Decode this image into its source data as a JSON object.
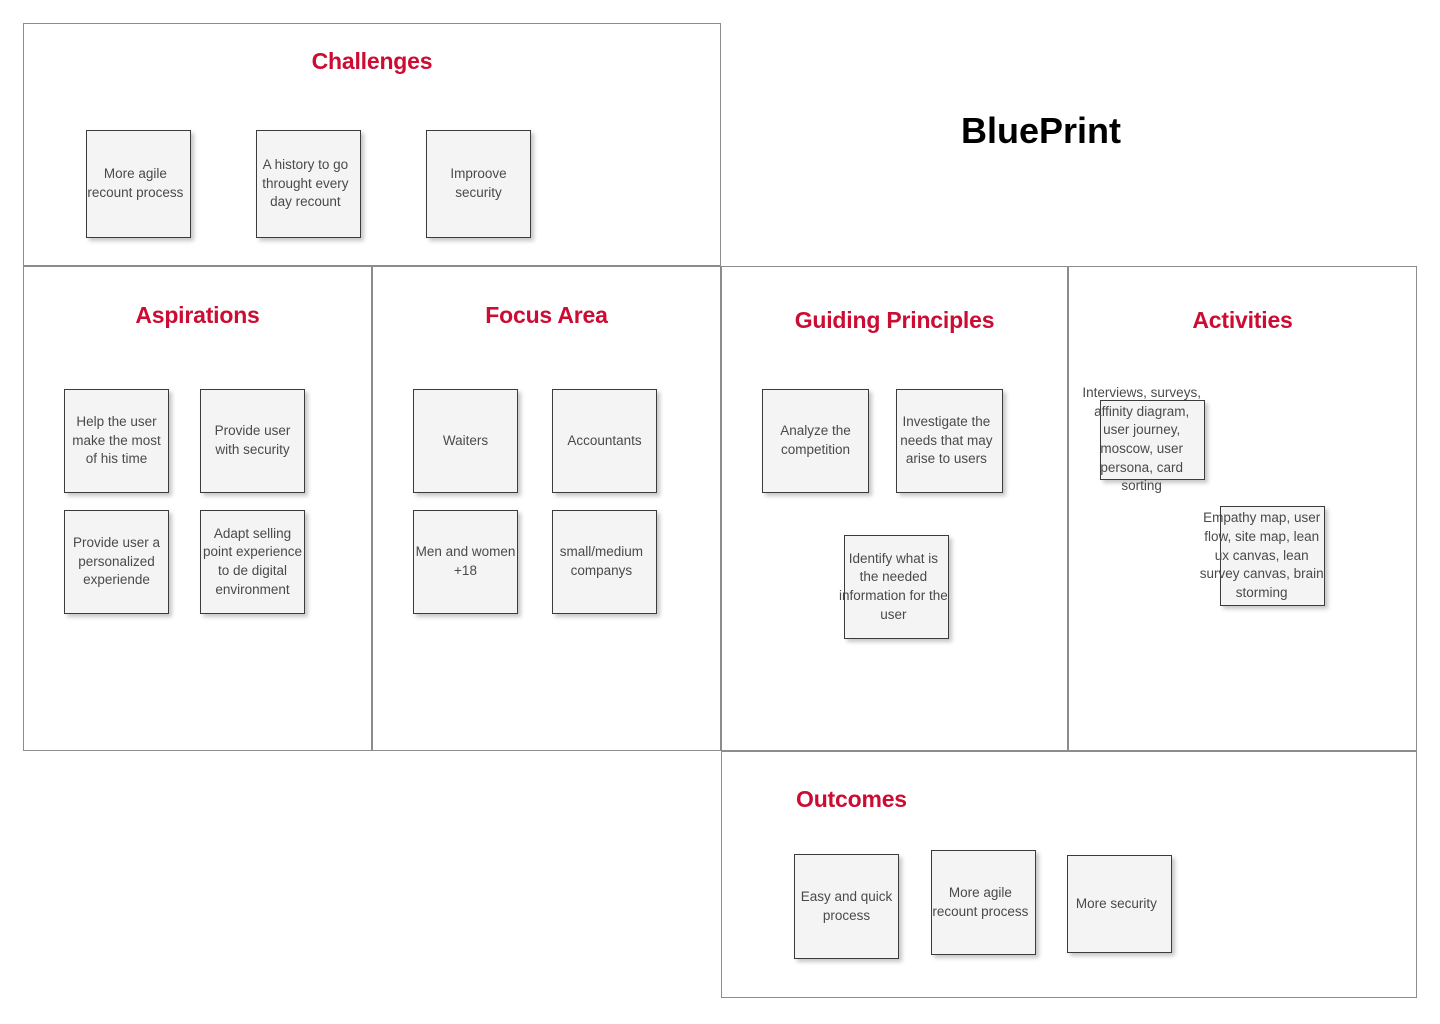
{
  "brand": {
    "title": "BluePrint"
  },
  "accent_color": "#cc0c33",
  "note_bg": "#f4f4f4",
  "panels": {
    "challenges": {
      "title": "Challenges",
      "notes": [
        {
          "text": "More agile recount process"
        },
        {
          "text": "A history to go throught every day recount"
        },
        {
          "text": "Improove security"
        }
      ]
    },
    "aspirations": {
      "title": "Aspirations",
      "notes": [
        {
          "text": "Help the user make the most of his time"
        },
        {
          "text": "Provide user with security"
        },
        {
          "text": "Provide user a personalized experiende"
        },
        {
          "text": "Adapt selling point experience to de digital environment"
        }
      ]
    },
    "focus_area": {
      "title": "Focus Area",
      "notes": [
        {
          "text": "Waiters"
        },
        {
          "text": "Accountants"
        },
        {
          "text": "Men and women +18"
        },
        {
          "text": "small/medium companys"
        }
      ]
    },
    "guiding_principles": {
      "title": "Guiding Principles",
      "notes": [
        {
          "text": "Analyze the competition"
        },
        {
          "text": "Investigate the needs that may arise to users"
        },
        {
          "text": "Identify what is the needed information for the user"
        }
      ]
    },
    "activities": {
      "title": "Activities",
      "notes": [
        {
          "text": "Interviews, surveys, affinity diagram, user journey, moscow, user persona, card sorting"
        },
        {
          "text": "Empathy map, user flow, site map, lean ux canvas, lean survey canvas, brain storming"
        }
      ]
    },
    "outcomes": {
      "title": "Outcomes",
      "notes": [
        {
          "text": "Easy and quick process"
        },
        {
          "text": "More agile recount process"
        },
        {
          "text": "More security"
        }
      ]
    }
  }
}
